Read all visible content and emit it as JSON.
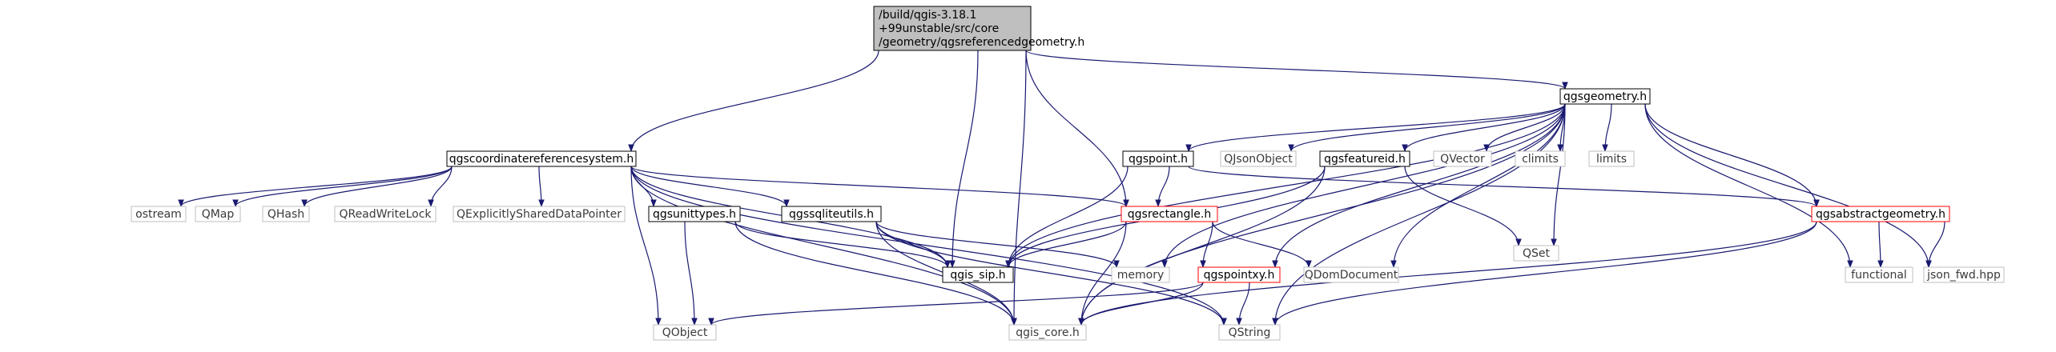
{
  "diagram": {
    "type": "include-dependency-graph",
    "colors": {
      "edge": "#191970",
      "root_fill": "#bfbfbf",
      "root_border": "#000000",
      "file_border": "#000000",
      "missing_border": "#ff0000",
      "system_border": "#bfbfbf",
      "system_text": "#404040"
    },
    "nodes": {
      "root": {
        "lines": [
          "/build/qgis-3.18.1",
          "+99unstable/src/core",
          "/geometry/qgsreferencedgeometry.h"
        ],
        "style": "root"
      },
      "qgsgeometry": {
        "lines": [
          "qgsgeometry.h"
        ],
        "style": "file"
      },
      "qgscrs": {
        "lines": [
          "qgscoordinatereferencesystem.h"
        ],
        "style": "file"
      },
      "qgspoint": {
        "lines": [
          "qgspoint.h"
        ],
        "style": "file"
      },
      "qjsonobject": {
        "lines": [
          "QJsonObject"
        ],
        "style": "system"
      },
      "qgsfeatureid": {
        "lines": [
          "qgsfeatureid.h"
        ],
        "style": "file"
      },
      "qvector": {
        "lines": [
          "QVector"
        ],
        "style": "system"
      },
      "climits": {
        "lines": [
          "climits"
        ],
        "style": "system"
      },
      "limits": {
        "lines": [
          "limits"
        ],
        "style": "system"
      },
      "ostream": {
        "lines": [
          "ostream"
        ],
        "style": "system"
      },
      "qmap": {
        "lines": [
          "QMap"
        ],
        "style": "system"
      },
      "qhash": {
        "lines": [
          "QHash"
        ],
        "style": "system"
      },
      "qreadwritelock": {
        "lines": [
          "QReadWriteLock"
        ],
        "style": "system"
      },
      "qexplicitly": {
        "lines": [
          "QExplicitlySharedDataPointer"
        ],
        "style": "system"
      },
      "qgsunittypes": {
        "lines": [
          "qgsunittypes.h"
        ],
        "style": "file"
      },
      "qgssqliteutils": {
        "lines": [
          "qgssqliteutils.h"
        ],
        "style": "file"
      },
      "qgsrectangle": {
        "lines": [
          "qgsrectangle.h"
        ],
        "style": "missing"
      },
      "qset": {
        "lines": [
          "QSet"
        ],
        "style": "system"
      },
      "qgsabstractgeometry": {
        "lines": [
          "qgsabstractgeometry.h"
        ],
        "style": "missing"
      },
      "qgis_sip": {
        "lines": [
          "qgis_sip.h"
        ],
        "style": "file"
      },
      "memory": {
        "lines": [
          "memory"
        ],
        "style": "system"
      },
      "qgspointxy": {
        "lines": [
          "qgspointxy.h"
        ],
        "style": "missing"
      },
      "qdomdocument": {
        "lines": [
          "QDomDocument"
        ],
        "style": "system"
      },
      "functional": {
        "lines": [
          "functional"
        ],
        "style": "system"
      },
      "json_fwd": {
        "lines": [
          "json_fwd.hpp"
        ],
        "style": "system"
      },
      "qobject": {
        "lines": [
          "QObject"
        ],
        "style": "system"
      },
      "qgis_core": {
        "lines": [
          "qgis_core.h"
        ],
        "style": "system"
      },
      "qstring": {
        "lines": [
          "QString"
        ],
        "style": "system"
      }
    },
    "edges": [
      [
        "root",
        "qgsgeometry"
      ],
      [
        "root",
        "qgscrs"
      ],
      [
        "root",
        "qgis_sip"
      ],
      [
        "root",
        "qgsrectangle"
      ],
      [
        "root",
        "qgis_core"
      ],
      [
        "qgsgeometry",
        "qgspoint"
      ],
      [
        "qgsgeometry",
        "qjsonobject"
      ],
      [
        "qgsgeometry",
        "qgsfeatureid"
      ],
      [
        "qgsgeometry",
        "qvector"
      ],
      [
        "qgsgeometry",
        "climits"
      ],
      [
        "qgsgeometry",
        "limits"
      ],
      [
        "qgsgeometry",
        "qset"
      ],
      [
        "qgsgeometry",
        "qgsabstractgeometry"
      ],
      [
        "qgsgeometry",
        "qgis_sip"
      ],
      [
        "qgsgeometry",
        "memory"
      ],
      [
        "qgsgeometry",
        "qgspointxy"
      ],
      [
        "qgsgeometry",
        "qdomdocument"
      ],
      [
        "qgsgeometry",
        "functional"
      ],
      [
        "qgsgeometry",
        "json_fwd"
      ],
      [
        "qgsgeometry",
        "qgis_core"
      ],
      [
        "qgsgeometry",
        "qstring"
      ],
      [
        "qgscrs",
        "ostream"
      ],
      [
        "qgscrs",
        "qmap"
      ],
      [
        "qgscrs",
        "qhash"
      ],
      [
        "qgscrs",
        "qreadwritelock"
      ],
      [
        "qgscrs",
        "qexplicitly"
      ],
      [
        "qgscrs",
        "qgsunittypes"
      ],
      [
        "qgscrs",
        "qgssqliteutils"
      ],
      [
        "qgscrs",
        "qgsrectangle"
      ],
      [
        "qgscrs",
        "qgis_sip"
      ],
      [
        "qgscrs",
        "qobject"
      ],
      [
        "qgscrs",
        "qgis_core"
      ],
      [
        "qgscrs",
        "qstring"
      ],
      [
        "qgspoint",
        "qgsrectangle"
      ],
      [
        "qgspoint",
        "qgis_sip"
      ],
      [
        "qgspoint",
        "qgsabstractgeometry"
      ],
      [
        "qgsfeatureid",
        "qset"
      ],
      [
        "qgsfeatureid",
        "qgis_sip"
      ],
      [
        "qgsfeatureid",
        "qgis_core"
      ],
      [
        "qgsunittypes",
        "qgis_sip"
      ],
      [
        "qgsunittypes",
        "qobject"
      ],
      [
        "qgsunittypes",
        "qgis_core"
      ],
      [
        "qgssqliteutils",
        "qgis_sip"
      ],
      [
        "qgssqliteutils",
        "memory"
      ],
      [
        "qgssqliteutils",
        "qgis_core"
      ],
      [
        "qgssqliteutils",
        "qstring"
      ],
      [
        "qgsrectangle",
        "qgis_sip"
      ],
      [
        "qgsrectangle",
        "qgspointxy"
      ],
      [
        "qgsrectangle",
        "qdomdocument"
      ],
      [
        "qgsrectangle",
        "qgis_core"
      ],
      [
        "qgspointxy",
        "qobject"
      ],
      [
        "qgspointxy",
        "qgis_core"
      ],
      [
        "qgspointxy",
        "qstring"
      ],
      [
        "qgsabstractgeometry",
        "functional"
      ],
      [
        "qgsabstractgeometry",
        "json_fwd"
      ],
      [
        "qgsabstractgeometry",
        "qgis_core"
      ],
      [
        "qgsabstractgeometry",
        "qstring"
      ]
    ]
  }
}
